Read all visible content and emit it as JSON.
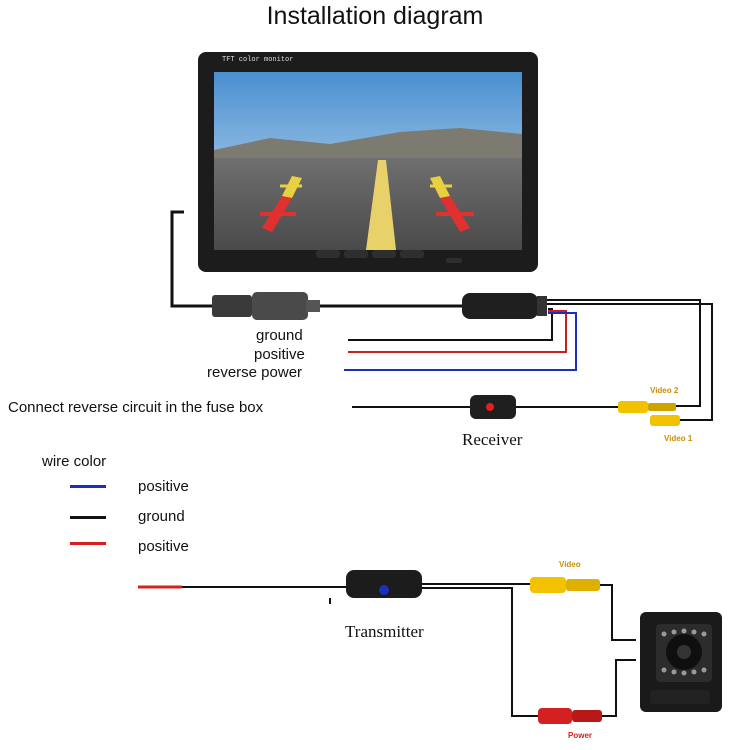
{
  "title": "Installation diagram",
  "monitor": {
    "label": "TFT color monitor"
  },
  "wire_labels": {
    "ground": "ground",
    "positive": "positive",
    "reverse_power": "reverse power"
  },
  "fuse_note": "Connect reverse circuit in the fuse box",
  "receiver_label": "Receiver",
  "video2_label": "Video 2",
  "video1_label": "Video 1",
  "legend": {
    "heading": "wire color",
    "items": [
      {
        "color": "#1a2fbf",
        "label": "positive"
      },
      {
        "color": "#111111",
        "label": "ground"
      },
      {
        "color": "#d42020",
        "label": "positive"
      }
    ]
  },
  "transmitter_label": "Transmitter",
  "video_label": "Video",
  "power_label": "Power",
  "colors": {
    "wire_black": "#111111",
    "wire_red": "#c62020",
    "wire_blue": "#1a2fbf",
    "connector_yellow": "#f2c200"
  }
}
